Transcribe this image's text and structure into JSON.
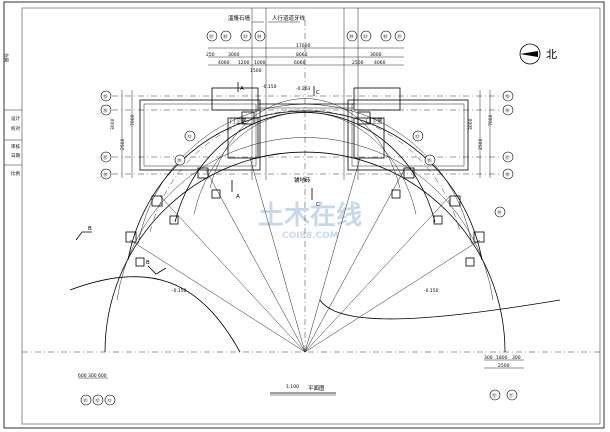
{
  "north_label": "北",
  "top_labels": {
    "left": "溫漿石墙",
    "right": "人行道道牙线"
  },
  "grid_bubbles": {
    "top_left": [
      "㉑",
      "㉒",
      "㉓",
      "㉔"
    ],
    "top_right": [
      "㉔",
      "㉓",
      "㉒",
      "㉑"
    ],
    "left_side": [
      "⑮",
      "⑯",
      "⑰",
      "⑱"
    ],
    "right_side": [
      "⑮",
      "⑯",
      "⑰",
      "⑱"
    ],
    "lower": [
      "⑬",
      "⑮",
      "⑬",
      "⑮",
      "⑭"
    ],
    "bottom_left": [
      "㉑",
      "⑫",
      "⑬"
    ],
    "bottom_right": [
      "⑫",
      "⑪"
    ]
  },
  "dimensions": {
    "top_total": "17000",
    "top_mid": "8060",
    "top_sub_left": "3000",
    "top_sub_right": "3000",
    "top_row2": [
      "4060",
      "1200",
      "1000",
      "6060",
      "2500",
      "4060"
    ],
    "small_a": "250",
    "small_b": "1500",
    "left_vertical": [
      "3000",
      "2500",
      "7000"
    ],
    "right_vertical": [
      "3000",
      "2500",
      "7000"
    ],
    "bottom_right": [
      "300",
      "1800",
      "300",
      "2500"
    ],
    "bottom_left": [
      "600",
      "300",
      "600"
    ]
  },
  "section_marks": [
    "A",
    "A",
    "C",
    "C",
    "B",
    "B"
  ],
  "room_labels": {
    "left": "门卫室",
    "right": "门卫室"
  },
  "elevations": [
    "-0.150",
    "-0.263",
    "-0.150",
    "-0.150"
  ],
  "center_label": "铺地砖",
  "title": "平面图",
  "scale": "1:100",
  "watermark": {
    "main": "土木在线",
    "sub": "COI88.COM"
  },
  "left_strip": [
    "图号",
    "设计",
    "校对",
    "审核",
    "日期",
    "比例"
  ]
}
